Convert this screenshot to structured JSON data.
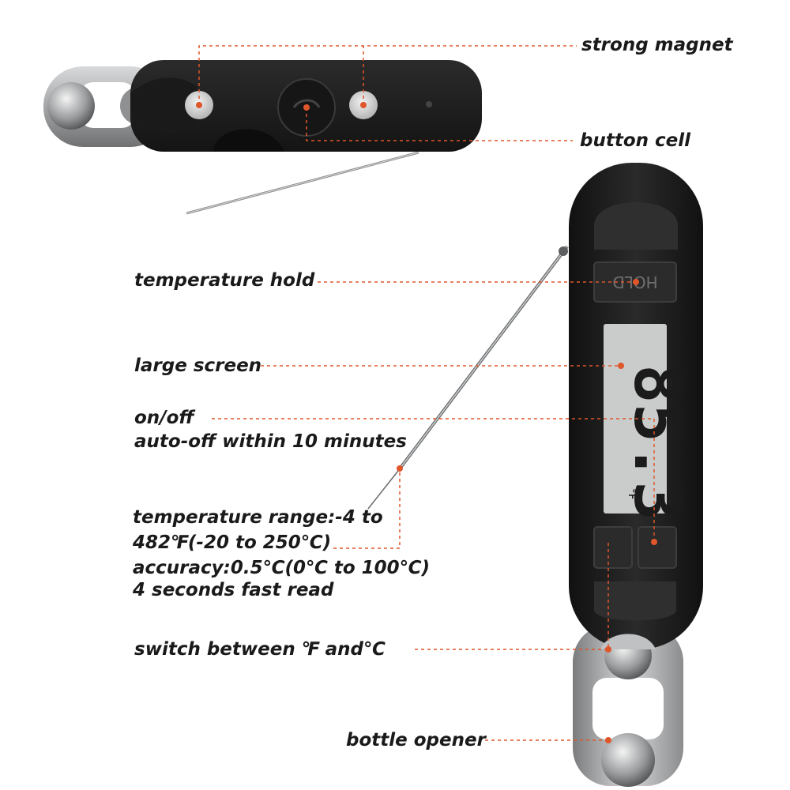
{
  "colors": {
    "leader": "#e0562b",
    "body": "#1f1f1f",
    "screen": "#c9ccca",
    "steel": "#a9abad",
    "text": "#1a1a1a"
  },
  "labels": {
    "strong_magnet": "strong magnet",
    "button_cell": "button cell",
    "temperature_hold": "temperature hold",
    "large_screen": "large screen",
    "on_off_line1": "on/off",
    "on_off_line2": "auto-off within 10 minutes",
    "range_line1": "temperature range:-4 to",
    "range_line2": "482℉(-20 to 250℃)",
    "range_line3": "accuracy:0.5℃(0℃ to 100℃)",
    "range_line4": "4 seconds fast read",
    "switch_units": "switch between ℉ and℃",
    "bottle_opener": "bottle opener"
  },
  "device": {
    "hold_button": "HOLD",
    "display_reading": "85.3",
    "display_unit": "°F"
  },
  "icons": [
    "magnet-dot",
    "button-cell-cover",
    "probe-needle",
    "bottle-opener-loop"
  ]
}
